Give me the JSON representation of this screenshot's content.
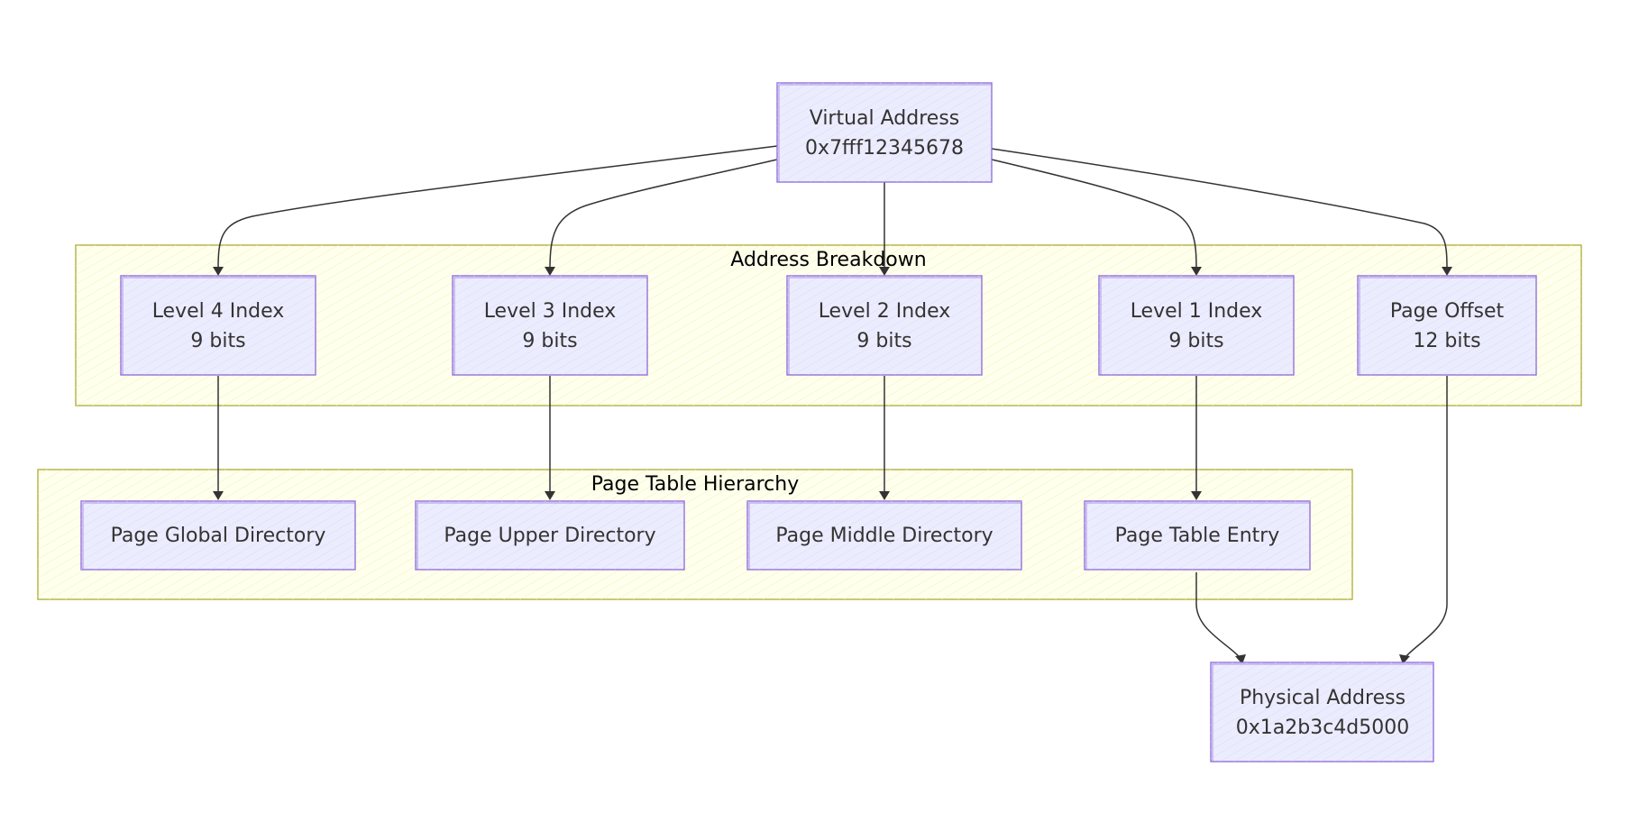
{
  "clusters": {
    "address_breakdown": {
      "title": "Address Breakdown"
    },
    "page_table_hierarchy": {
      "title": "Page Table Hierarchy"
    }
  },
  "nodes": {
    "virtual_address": {
      "line1": "Virtual Address",
      "line2": "0x7fff12345678"
    },
    "level4": {
      "line1": "Level 4 Index",
      "line2": "9 bits"
    },
    "level3": {
      "line1": "Level 3 Index",
      "line2": "9 bits"
    },
    "level2": {
      "line1": "Level 2 Index",
      "line2": "9 bits"
    },
    "level1": {
      "line1": "Level 1 Index",
      "line2": "9 bits"
    },
    "page_offset": {
      "line1": "Page Offset",
      "line2": "12 bits"
    },
    "pgd": {
      "line1": "Page Global Directory"
    },
    "pud": {
      "line1": "Page Upper Directory"
    },
    "pmd": {
      "line1": "Page Middle Directory"
    },
    "pte": {
      "line1": "Page Table Entry"
    },
    "physical_address": {
      "line1": "Physical Address",
      "line2": "0x1a2b3c4d5000"
    }
  },
  "colors": {
    "node_fill": "#ececff",
    "node_stroke": "#9370db",
    "cluster_fill": "#ffffde",
    "cluster_stroke": "#aaaa33",
    "edge": "#333333"
  }
}
